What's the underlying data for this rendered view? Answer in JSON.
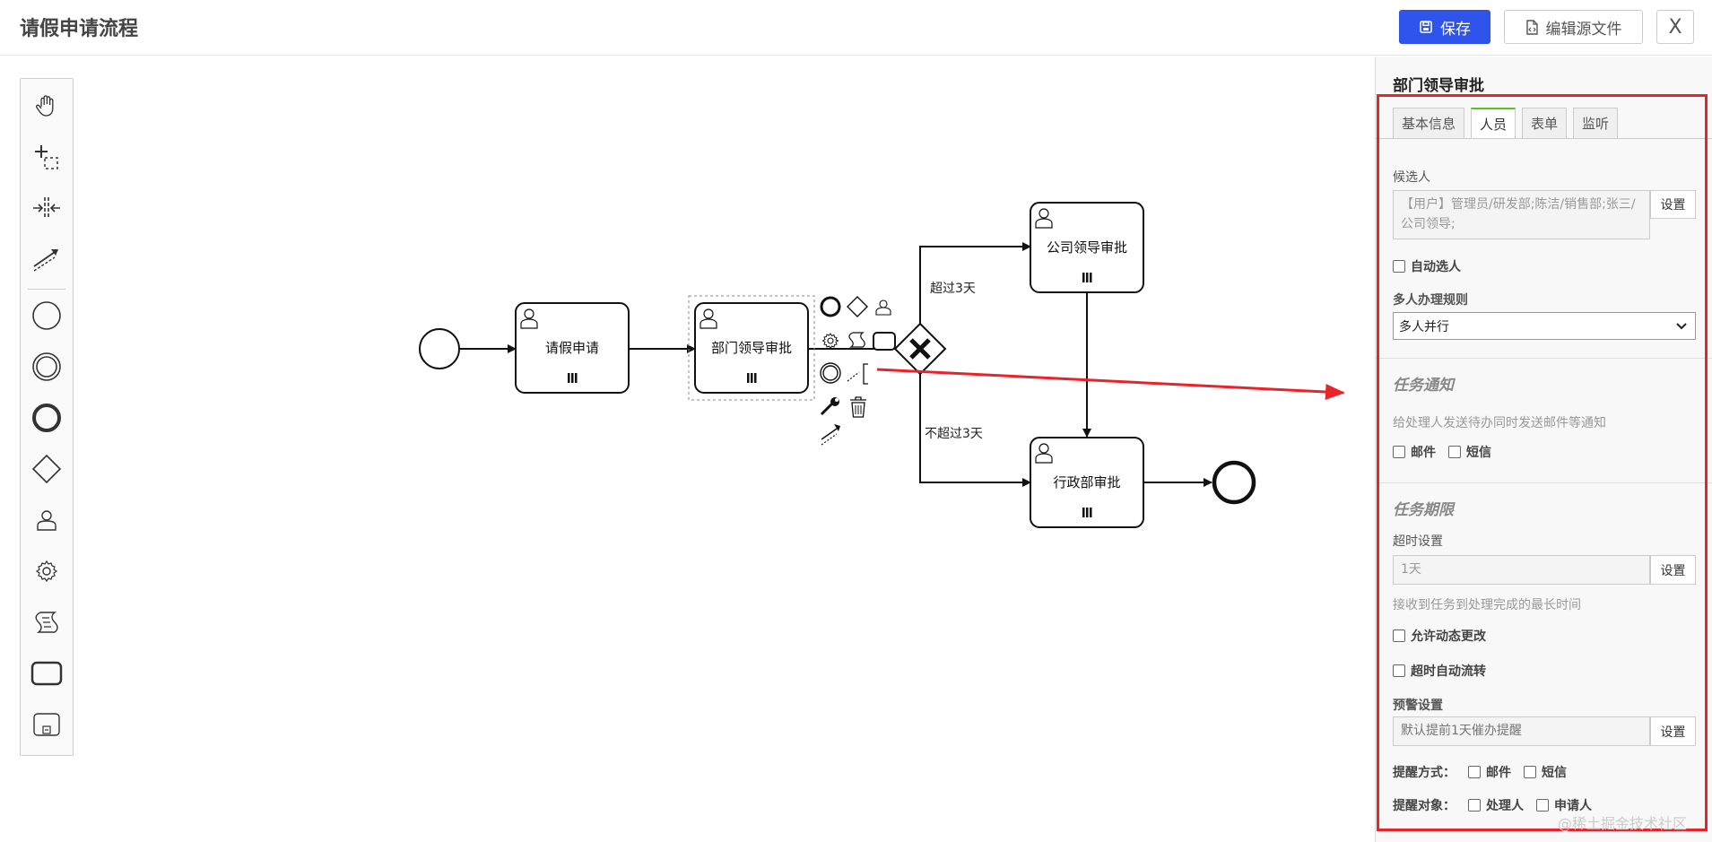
{
  "header": {
    "title": "请假申请流程",
    "save_label": "保存",
    "edit_source_label": "编辑源文件",
    "close_label": "X"
  },
  "palette": {
    "tools": [
      "hand-tool-icon",
      "lasso-tool-icon",
      "space-tool-icon",
      "global-connect-icon"
    ],
    "shapes": [
      "start-event-icon",
      "intermediate-event-icon",
      "end-event-icon",
      "gateway-icon",
      "user-task-icon",
      "service-task-icon",
      "script-task-icon",
      "task-icon",
      "subprocess-icon"
    ]
  },
  "diagram": {
    "tasks": {
      "leave_request": "请假申请",
      "dept_approval": "部门领导审批",
      "company_approval": "公司领导审批",
      "admin_approval": "行政部审批"
    },
    "flows": {
      "over_3_days": "超过3天",
      "not_over_3_days": "不超过3天"
    }
  },
  "panel": {
    "title": "部门领导审批",
    "tabs": [
      "基本信息",
      "人员",
      "表单",
      "监听"
    ],
    "active_tab": "人员",
    "candidates_label": "候选人",
    "candidates_value": "【用户】管理员/研发部;陈洁/销售部;张三/公司领导;",
    "set_label": "设置",
    "auto_select_label": "自动选人",
    "multi_rule_label": "多人办理规则",
    "multi_rule_value": "多人并行",
    "task_notify_title": "任务通知",
    "task_notify_hint": "给处理人发送待办同时发送邮件等通知",
    "email_label": "邮件",
    "sms_label": "短信",
    "task_deadline_title": "任务期限",
    "timeout_label": "超时设置",
    "timeout_value": "1天",
    "timeout_hint": "接收到任务到处理完成的最长时间",
    "allow_dynamic_label": "允许动态更改",
    "timeout_auto_label": "超时自动流转",
    "warning_label": "预警设置",
    "warning_placeholder": "默认提前1天催办提醒",
    "remind_method_label": "提醒方式：",
    "remind_target_label": "提醒对象：",
    "handler_label": "处理人",
    "applicant_label": "申请人"
  },
  "watermark": "@稀土掘金技术社区",
  "colors": {
    "primary": "#2f54eb",
    "annotation_red": "#e8242a",
    "active_tab_accent": "#52c41a"
  }
}
